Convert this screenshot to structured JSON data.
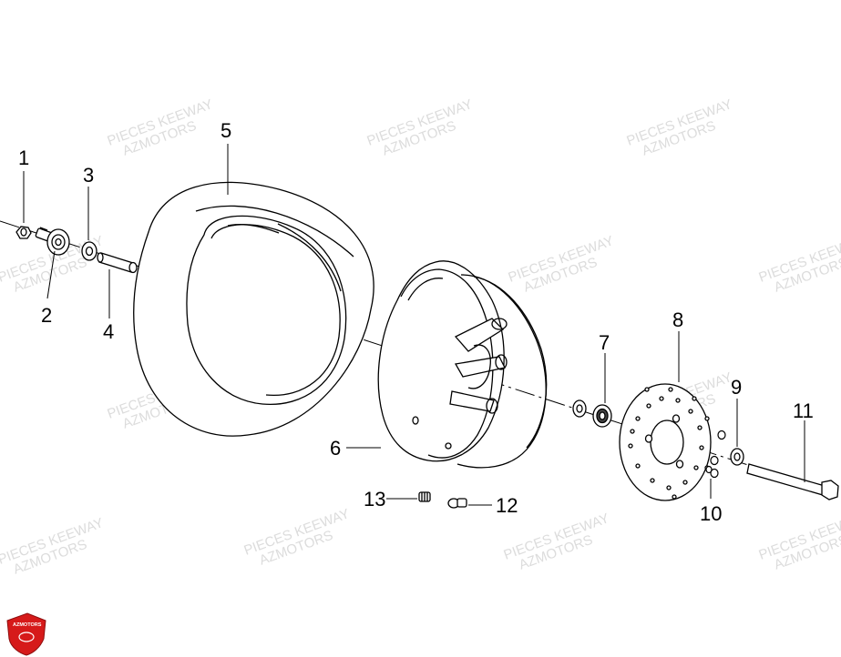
{
  "watermark": {
    "line1": "PIECES KEEWAY",
    "line2": "AZMOTORS"
  },
  "callouts": [
    "1",
    "2",
    "3",
    "4",
    "5",
    "6",
    "7",
    "8",
    "9",
    "10",
    "11",
    "12",
    "13"
  ],
  "logo": {
    "text": "AZMOTORS",
    "color": "#d61a1a"
  },
  "colors": {
    "line": "#000000",
    "watermark": "#d9d9d9"
  }
}
